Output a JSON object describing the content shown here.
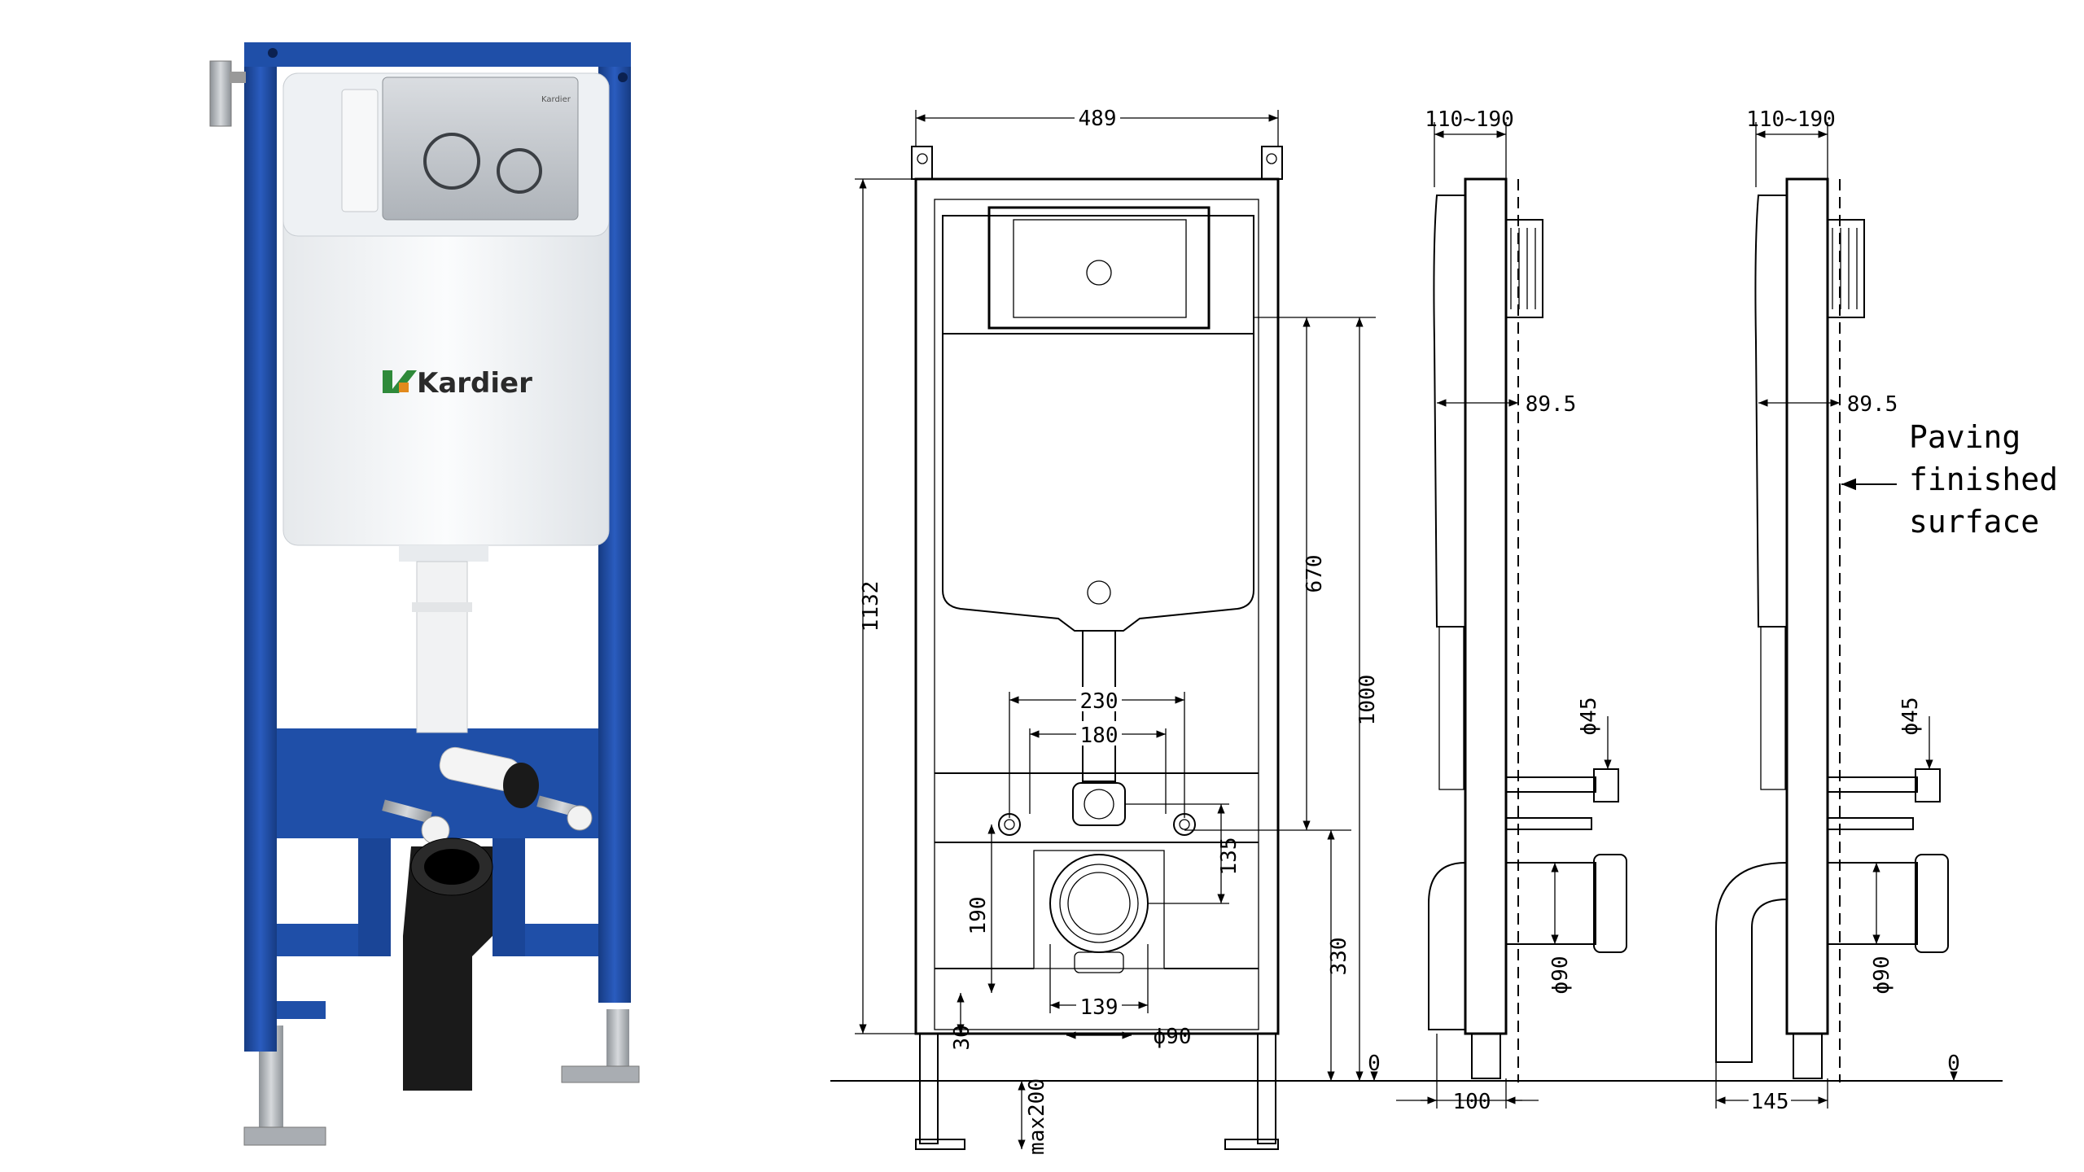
{
  "product": {
    "brand": "Kardier",
    "plate_label": "Kardier",
    "colors": {
      "frame": "#1f4fa8",
      "frame_dark": "#163b82",
      "cistern": "#f3f5f7",
      "plate": "#c9cdd2",
      "steel": "#b8bcc0",
      "pipe_black": "#1a1a1a",
      "brand_green": "#2f8a3a",
      "brand_orange": "#e28a1c"
    }
  },
  "front_view": {
    "width": "489",
    "height_total": "1132",
    "height_1000": "1000",
    "dim_670": "670",
    "dim_330": "330",
    "dim_230": "230",
    "dim_180": "180",
    "dim_135": "135",
    "dim_190": "190",
    "dim_139": "139",
    "dim_30": "30",
    "dia_90": "ϕ90",
    "dim_max200": "max200",
    "floor_zero": "0"
  },
  "side_view_1": {
    "depth": "110~190",
    "dim_89_5": "89.5",
    "dia_45": "ϕ45",
    "dia_90": "ϕ90",
    "dim_100": "100"
  },
  "side_view_2": {
    "depth": "110~190",
    "dim_89_5": "89.5",
    "dia_45": "ϕ45",
    "dia_90": "ϕ90",
    "dim_145": "145",
    "floor_zero": "0",
    "note_line1": "Paving",
    "note_line2": "finished",
    "note_line3": "surface"
  }
}
